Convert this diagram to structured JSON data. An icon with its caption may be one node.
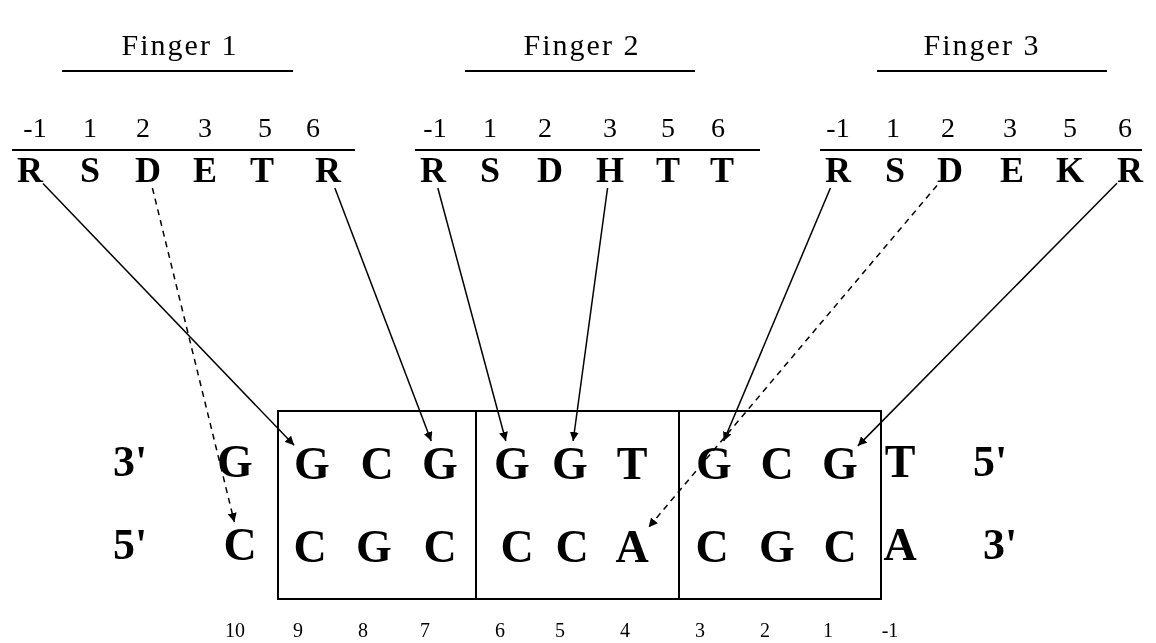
{
  "diagram": {
    "nodes": [
      {
        "text": [
          "R"
        ]
      },
      {
        "text": [
          "S"
        ]
      },
      {
        "text": [
          "D"
        ]
      },
      {
        "text": [
          "E"
        ]
      },
      {
        "text": [
          "T"
        ]
      },
      {
        "text": [
          "R"
        ]
      },
      {
        "text": [
          "R"
        ]
      },
      {
        "text": [
          "S"
        ]
      },
      {
        "text": [
          "D"
        ]
      },
      {
        "text": [
          "H"
        ]
      },
      {
        "text": [
          "T"
        ]
      },
      {
        "text": [
          "T"
        ]
      },
      {
        "text": [
          "R"
        ]
      },
      {
        "text": [
          "S"
        ]
      },
      {
        "text": [
          "D"
        ]
      },
      {
        "text": [
          "E"
        ]
      },
      {
        "text": [
          "K"
        ]
      },
      {
        "text": [
          "R"
        ]
      },
      {
        "text": [],
        "shape": "box"
      },
      {
        "text": [],
        "shape": "box"
      },
      {
        "text": [],
        "shape": "box"
      },
      {
        "text": [
          "G"
        ]
      },
      {
        "text": [
          "G"
        ],
        "in": 18
      },
      {
        "text": [
          "C"
        ],
        "in": 18
      },
      {
        "text": [
          "G"
        ],
        "in": 18
      },
      {
        "text": [
          "G"
        ],
        "in": 19
      },
      {
        "text": [
          "G"
        ],
        "in": 19
      },
      {
        "text": [
          "T"
        ],
        "in": 19
      },
      {
        "text": [
          "G"
        ],
        "in": 20
      },
      {
        "text": [
          "C"
        ],
        "in": 20
      },
      {
        "text": [
          "G"
        ],
        "in": 20
      },
      {
        "text": [
          "T"
        ]
      },
      {
        "text": [
          "C"
        ]
      },
      {
        "text": [
          "C"
        ],
        "in": 18
      },
      {
        "text": [
          "G"
        ],
        "in": 18
      },
      {
        "text": [
          "C"
        ],
        "in": 18
      },
      {
        "text": [
          "C"
        ],
        "in": 19
      },
      {
        "text": [
          "C"
        ],
        "in": 19
      },
      {
        "text": [
          "A"
        ],
        "in": 19
      },
      {
        "text": [
          "C"
        ],
        "in": 20
      },
      {
        "text": [
          "G"
        ],
        "in": 20
      },
      {
        "text": [
          "C"
        ],
        "in": 20
      },
      {
        "text": [
          "A"
        ]
      }
    ],
    "edges": [
      {
        "from": 0,
        "to": 22,
        "arrow": "to"
      },
      {
        "from": 2,
        "to": 32,
        "arrow": "to",
        "style": "dashed"
      },
      {
        "from": 5,
        "to": 24,
        "arrow": "to"
      },
      {
        "from": 6,
        "to": 25,
        "arrow": "to"
      },
      {
        "from": 9,
        "to": 26,
        "arrow": "to"
      },
      {
        "from": 12,
        "to": 28,
        "arrow": "to"
      },
      {
        "from": 14,
        "to": 38,
        "arrow": "to",
        "style": "dashed"
      },
      {
        "from": 17,
        "to": 30,
        "arrow": "to"
      }
    ],
    "labels": [
      "Finger 1",
      "Finger 2",
      "Finger 3",
      "-1",
      "1",
      "2",
      "3",
      "5",
      "6",
      "-1",
      "1",
      "2",
      "3",
      "5",
      "6",
      "-1",
      "1",
      "2",
      "3",
      "5",
      "6",
      "3'",
      "5'",
      "5'",
      "3'",
      "10",
      "9",
      "8",
      "7",
      "6",
      "5",
      "4",
      "3",
      "2",
      "1",
      "-1"
    ]
  }
}
